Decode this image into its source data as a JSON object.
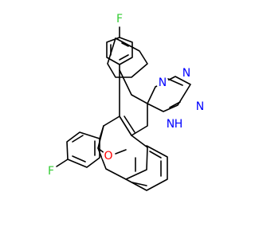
{
  "molecule": {
    "atom_labels": {
      "f_top": "F",
      "f_left": "F",
      "n1": "N",
      "n2": "N",
      "n3": "N",
      "nh": "N",
      "h": "H",
      "o": "O"
    },
    "colors": {
      "bond": "#000000",
      "nitrogen": "#0000ff",
      "oxygen": "#ff0000",
      "fluorine": "#33cc33"
    }
  }
}
